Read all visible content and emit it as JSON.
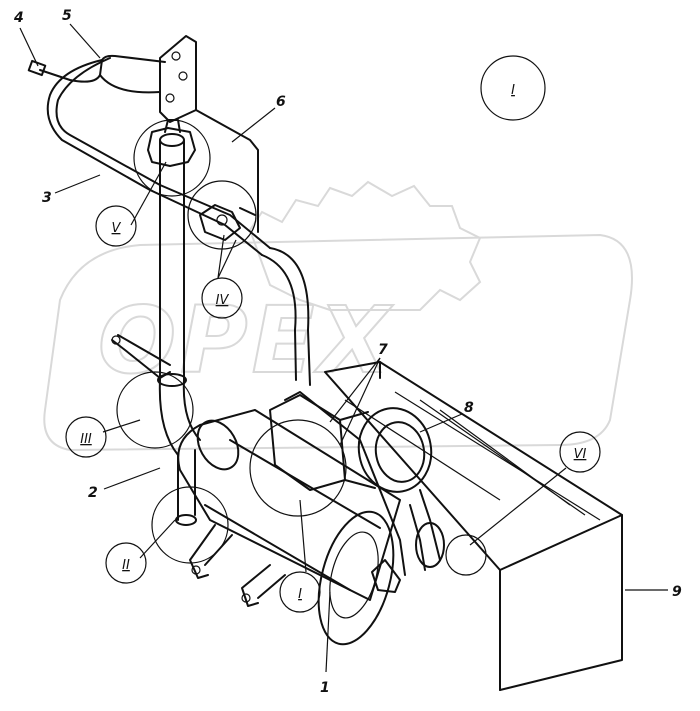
{
  "callouts": {
    "n1": "1",
    "n2": "2",
    "n3": "3",
    "n4": "4",
    "n5": "5",
    "n6": "6",
    "n7": "7",
    "n8": "8",
    "n9": "9"
  },
  "views": {
    "I_top": "I",
    "I_low": "I",
    "II": "II",
    "III": "III",
    "IV": "IV",
    "V": "V",
    "VI": "VI"
  },
  "watermark": {
    "text": "OPEX"
  }
}
